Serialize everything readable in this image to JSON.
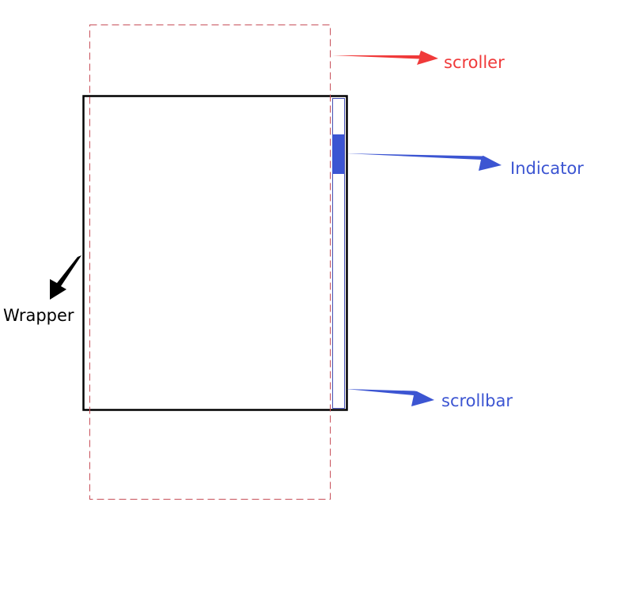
{
  "labels": {
    "scroller": "scroller",
    "indicator": "Indicator",
    "wrapper": "Wrapper",
    "scrollbar": "scrollbar"
  },
  "colors": {
    "scroller": "#f03a3a",
    "scroller_box": "#c8505a",
    "indicator": "#3c55d2",
    "scrollbar_border": "#4650b4",
    "wrapper": "#000000"
  }
}
